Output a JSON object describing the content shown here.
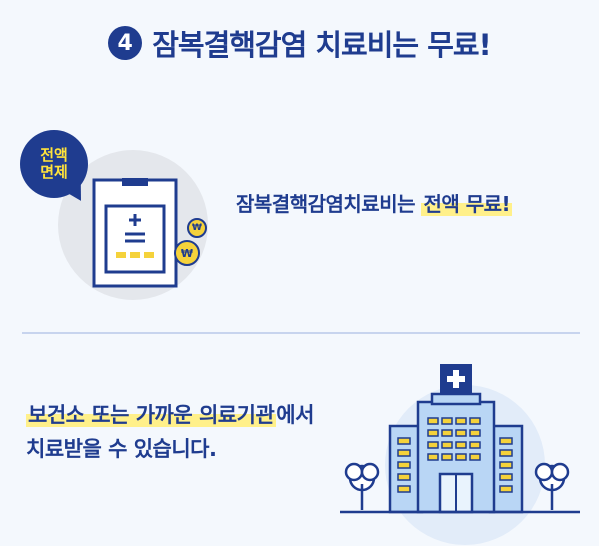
{
  "header": {
    "step_number": "4",
    "title": "잠복결핵감염 치료비는 무료!"
  },
  "section1": {
    "badge_line1": "전액",
    "badge_line2": "면제",
    "text_plain": "잠복결핵감염치료비는 ",
    "text_highlight": "전액 무료!",
    "document_icon": "prescription-document-icon",
    "coin_symbol": "₩"
  },
  "section2": {
    "line1_highlight": "보건소 또는 가까운 의료기관",
    "line1_rest": "에서",
    "line2": "치료받을 수 있습니다.",
    "hospital_icon": "hospital-building-icon"
  },
  "colors": {
    "primary": "#1f3c8f",
    "highlight": "#fff08a",
    "accent_yellow": "#ffe33b",
    "window_yellow": "#f5d23b",
    "building_blue": "#b9d6f5"
  }
}
